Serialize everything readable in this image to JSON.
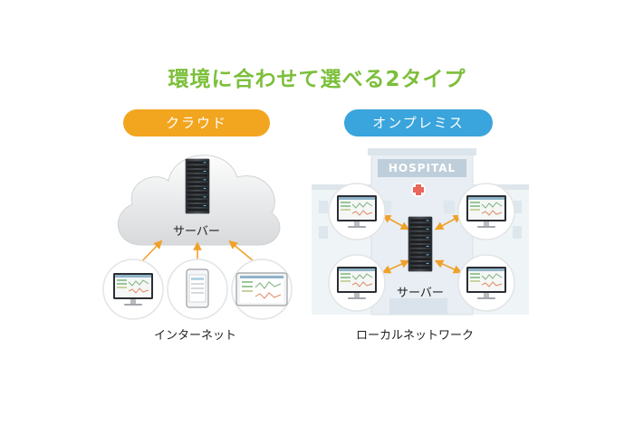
{
  "title": "環境に合わせて選べる2タイプ",
  "cloud": {
    "badge": "クラウド",
    "server_label": "サーバー",
    "network_label": "インターネット"
  },
  "onprem": {
    "badge": "オンプレミス",
    "building_sign": "HOSPITAL",
    "server_label": "サーバー",
    "network_label": "ローカルネットワーク"
  },
  "colors": {
    "title": "#7cbf3a",
    "cloud_badge": "#f2a51f",
    "onprem_badge": "#3aa4dc",
    "arrow": "#f0a12a",
    "hospital_cross": "#e8564a"
  }
}
